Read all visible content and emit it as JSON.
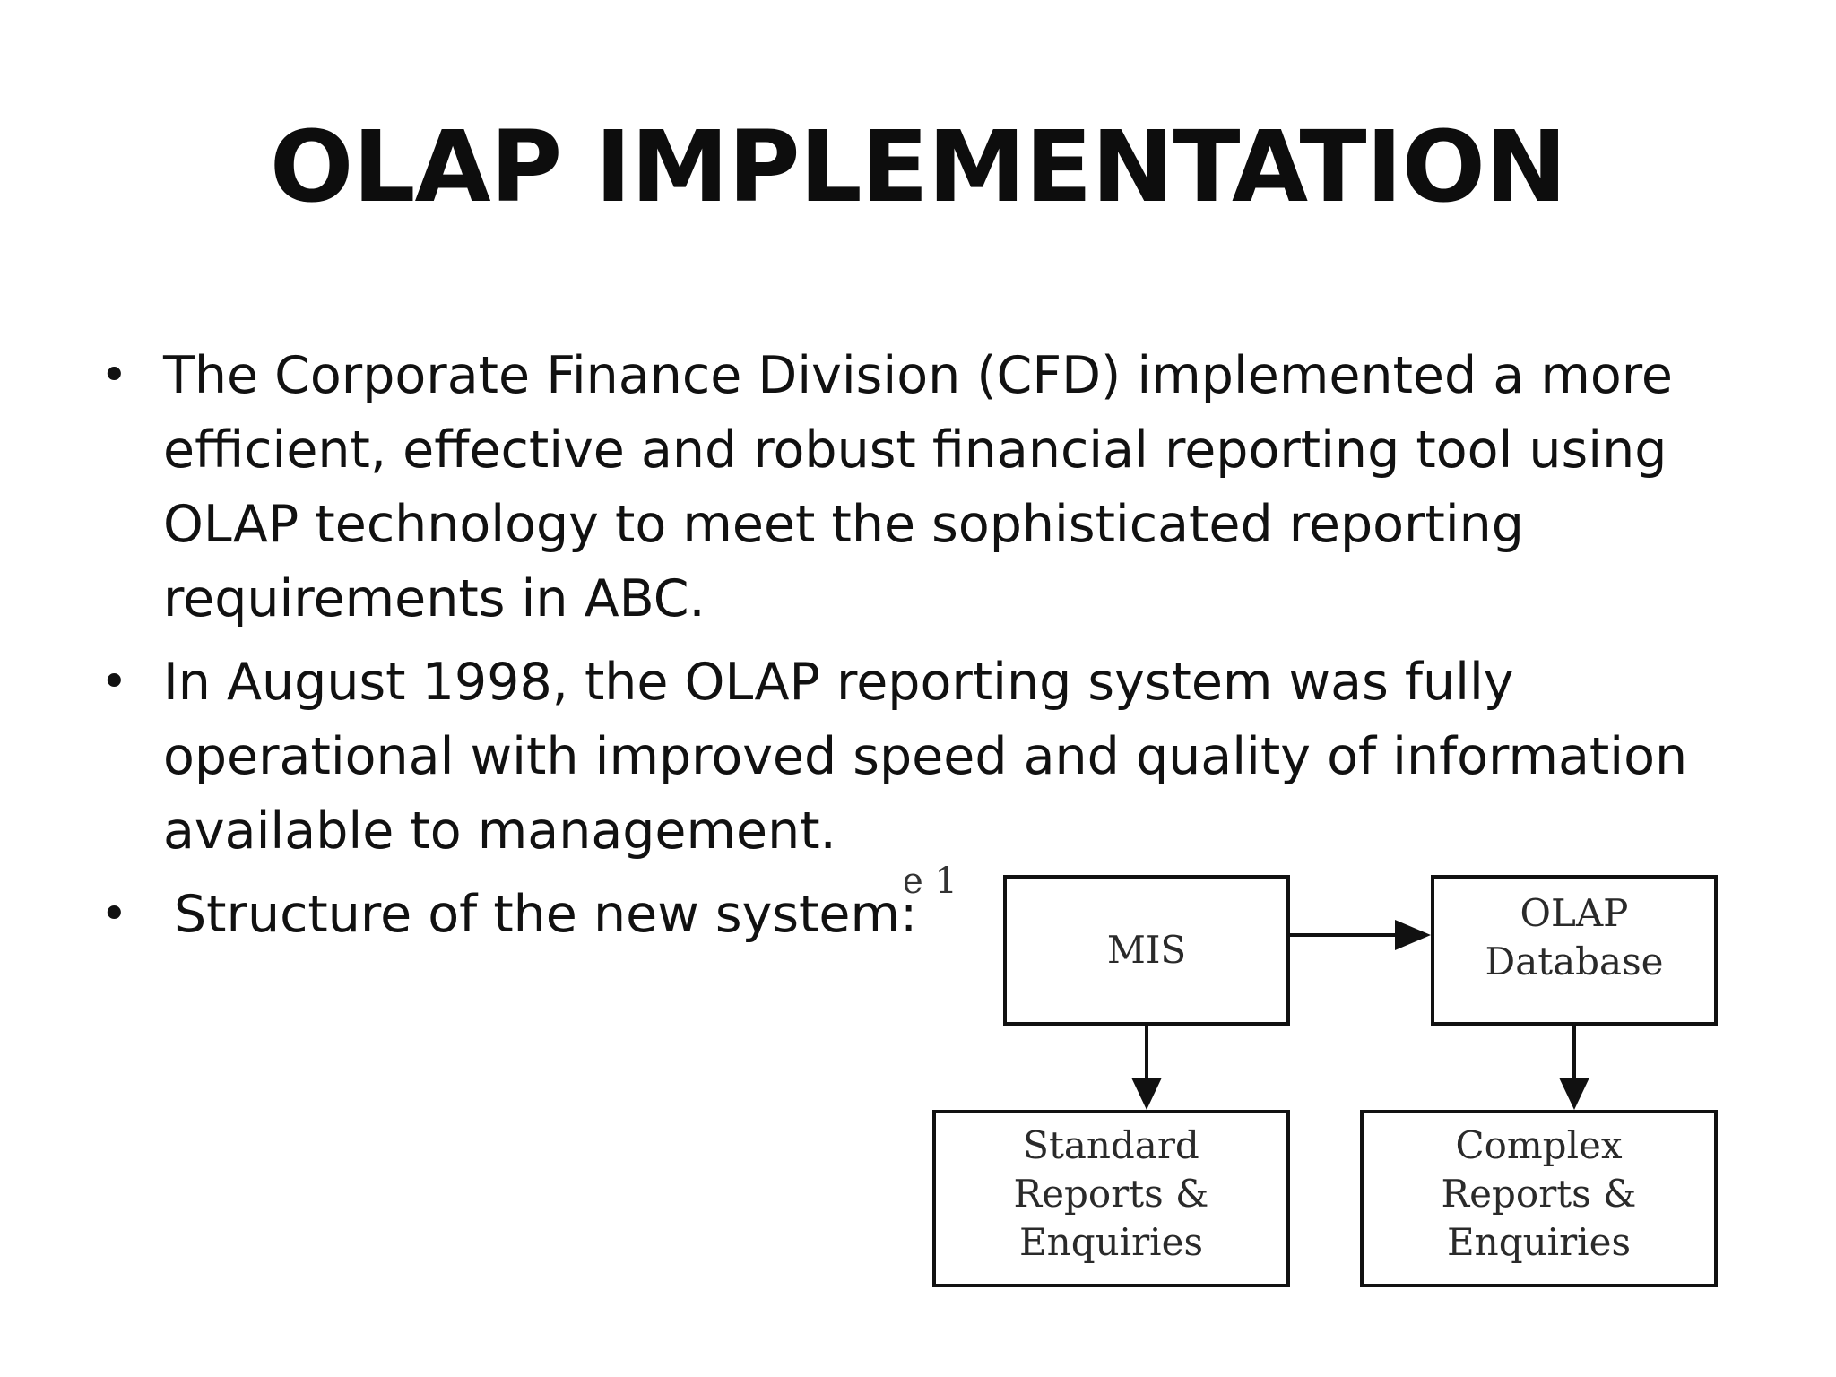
{
  "slide": {
    "title": "OLAP IMPLEMENTATION"
  },
  "bullets": {
    "marker": "•",
    "items": [
      {
        "text": "The Corporate Finance Division (CFD) implemented a more efficient, effective and robust financial reporting tool using OLAP technology to meet the sophisticated reporting requirements in ABC."
      },
      {
        "text": "In August 1998, the OLAP reporting system was fully operational with improved speed and quality of information available to management."
      },
      {
        "text": "Structure of the new system:"
      }
    ]
  },
  "diagram": {
    "cut_label": "e 1",
    "boxes": {
      "mis": "MIS",
      "olap": "OLAP\nDatabase",
      "standard": "Standard\nReports &\nEnquiries",
      "complex": "Complex\nReports &\nEnquiries"
    }
  }
}
